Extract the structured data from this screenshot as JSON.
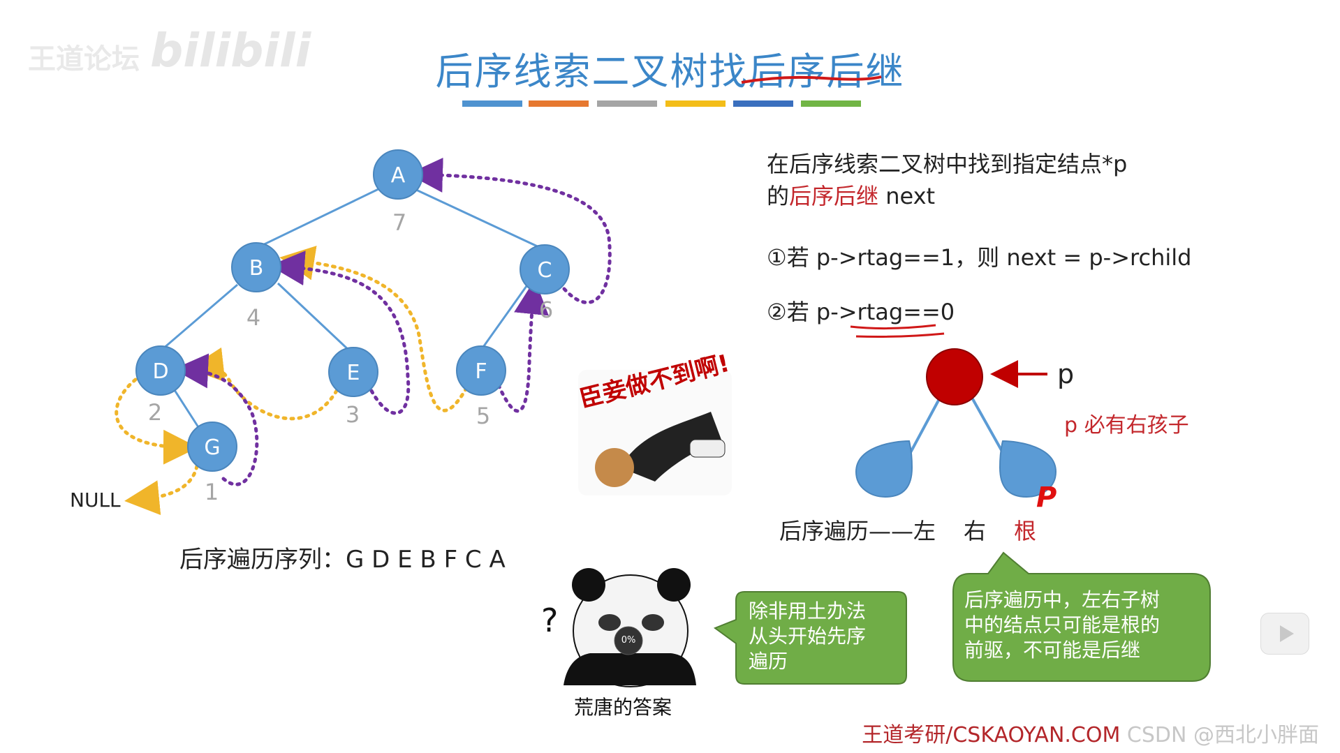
{
  "watermark": {
    "logo": "王道论坛",
    "site": "bilibili"
  },
  "title": {
    "prefix": "后序线索二叉树找",
    "highlight": "后序后继"
  },
  "color_bars": [
    "#4f93d0",
    "#e67830",
    "#a5a5a5",
    "#f3bd18",
    "#3a6fbe",
    "#71b545"
  ],
  "tree": {
    "nodes": [
      {
        "id": "A",
        "order": "7"
      },
      {
        "id": "B",
        "order": "4"
      },
      {
        "id": "C",
        "order": "6"
      },
      {
        "id": "D",
        "order": "2"
      },
      {
        "id": "E",
        "order": "3"
      },
      {
        "id": "F",
        "order": "5"
      },
      {
        "id": "G",
        "order": "1"
      }
    ],
    "null_label": "NULL",
    "node_color": "#5b9bd5",
    "line_color": "#5b9bd5",
    "succ_thread_color": "#f0b52a",
    "pred_thread_color": "#7030a0"
  },
  "traversal": {
    "label": "后序遍历序列：",
    "sequence": "G D E B F C A"
  },
  "sticker1": {
    "text": "臣妾做不到啊!"
  },
  "panda": {
    "question": "?",
    "badge": "0%",
    "caption": "荒唐的答案"
  },
  "bubble_left": {
    "lines": [
      "除非用土办法",
      "从头开始先序",
      "遍历"
    ],
    "color": "#70ad47"
  },
  "bubble_right": {
    "lines": [
      "后序遍历中，左右子树",
      "中的结点只可能是根的",
      "前驱，不可能是后继"
    ],
    "color": "#70ad47"
  },
  "right_panel": {
    "line1": "在后序线索二叉树中找到指定结点*p",
    "line2_prefix": "的",
    "line2_red": "后序后继",
    "line2_suffix": " next",
    "case1": "①若 p->rtag==1，则 next = p->rchild",
    "case2_prefix": "②若 ",
    "case2_code": "p->rtag==0",
    "p_label": "p",
    "must_have": "p 必有右孩子",
    "handwritten_p": "P",
    "order_label": "后序遍历——左",
    "order_right": "右",
    "order_root": "根",
    "root_color": "#c00000",
    "child_color": "#5b9bd5"
  },
  "footer": {
    "text": "王道考研/CSKAOYAN.COM",
    "overlay": "CSDN @西北小胖面"
  },
  "player": {
    "icon": "play-icon"
  }
}
